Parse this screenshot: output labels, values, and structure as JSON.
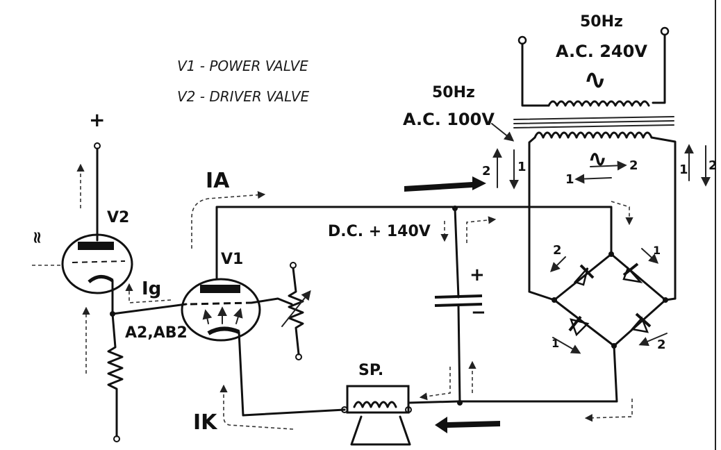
{
  "legend": {
    "v1_line": "V1 - POWER VALVE",
    "v2_line": "V2 - DRIVER VALVE"
  },
  "mains": {
    "freq": "50Hz",
    "voltage": "A.C. 240V",
    "ac_symbol": "∿"
  },
  "secondary": {
    "freq": "50Hz",
    "voltage": "A.C. 100V",
    "ac_symbol": "∿"
  },
  "dc": {
    "label": "D.C. + 140V",
    "plus": "+",
    "minus": "−"
  },
  "labels": {
    "plus_terminal": "+",
    "v2": "V2",
    "v1": "V1",
    "ia": "IA",
    "ig": "Ig",
    "ik": "IK",
    "a2ab2": "A2,AB2",
    "speaker": "SP.",
    "tilde": "≈"
  },
  "phase_marks": {
    "left_2": "2",
    "left_1": "1",
    "right_1": "1",
    "right_2": "2",
    "mid_2": "2",
    "mid_1": "1",
    "bridge_2a": "2",
    "bridge_1a": "1",
    "bridge_1b": "1",
    "bridge_2b": "2"
  }
}
